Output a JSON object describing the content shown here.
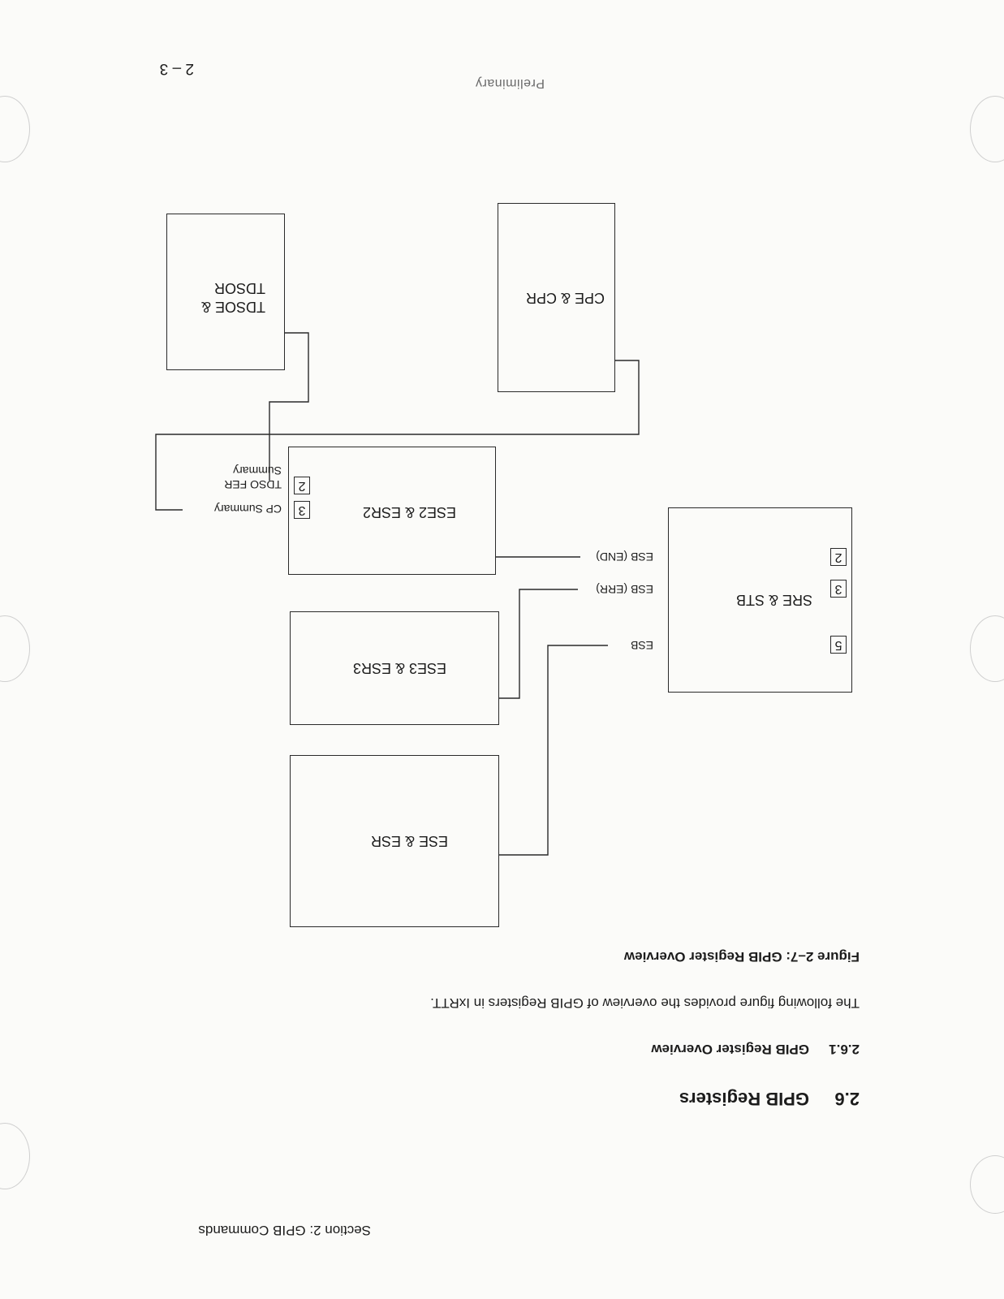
{
  "header": {
    "running_title": "Section 2: GPIB Commands"
  },
  "section": {
    "number": "2.6",
    "title": "GPIB Registers"
  },
  "subsection": {
    "number": "2.6.1",
    "title": "GPIB Register Overview"
  },
  "intro": "The following figure provides the overview of GPIB Registers in IxRTT.",
  "figure": {
    "caption": "Figure 2–7: GPIB Register Overview",
    "blocks": {
      "esr": "ESE & ESR",
      "esr3": "ESE3 & ESR3",
      "esr2": "ESE2 & ESR2",
      "sre": "SRE & STB",
      "tdso_line1": "TDSOE &",
      "tdso_line2": "TDSOR",
      "cpr": "CPE & CPR"
    },
    "sre_bits": [
      {
        "bit": "5",
        "label": "ESB"
      },
      {
        "bit": "3",
        "label": "ESB (ERR)"
      },
      {
        "bit": "2",
        "label": "ESB (END)"
      }
    ],
    "esr2_bits": [
      {
        "bit": "3",
        "label": "CP Summary"
      },
      {
        "bit": "2",
        "label": "TDSO FER",
        "label2": "Summary"
      }
    ]
  },
  "footer": {
    "label": "Preliminary"
  },
  "page_number": "2 – 3"
}
